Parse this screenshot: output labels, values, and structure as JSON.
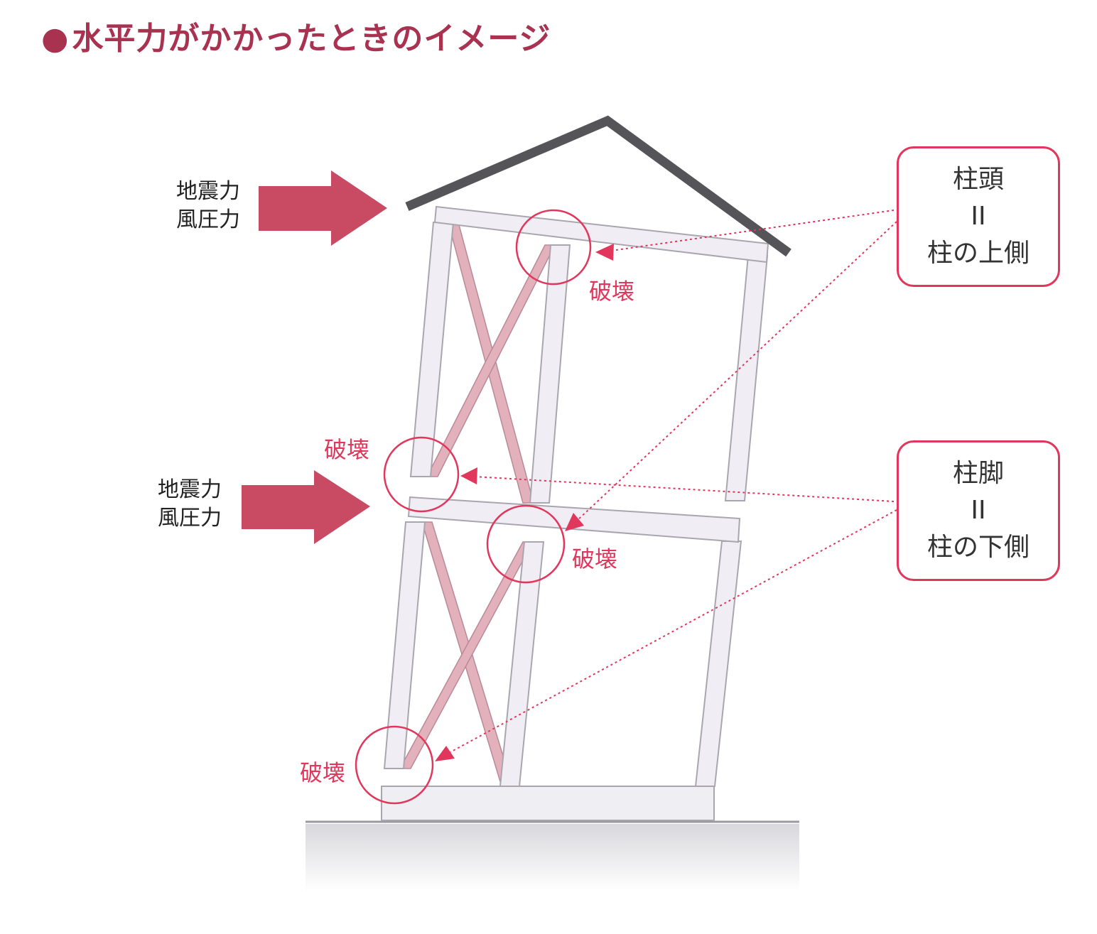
{
  "title": {
    "bullet": "●",
    "text": "水平力がかかったときのイメージ"
  },
  "forces": [
    {
      "line1": "地震力",
      "line2": "風圧力"
    },
    {
      "line1": "地震力",
      "line2": "風圧力"
    }
  ],
  "damage_labels": [
    "破壊",
    "破壊",
    "破壊",
    "破壊"
  ],
  "callouts": {
    "top": {
      "line1": "柱頭",
      "line2": "II",
      "line3": "柱の上側"
    },
    "bottom": {
      "line1": "柱脚",
      "line2": "II",
      "line3": "柱の下側"
    }
  },
  "colors": {
    "accent": "#e2375c",
    "title": "#a8324f",
    "arrow": "#c84a63",
    "brace": "#e3b1bc",
    "frame": "#f0eef4",
    "frame_edge": "#a9a6b0",
    "roof": "#555559"
  }
}
